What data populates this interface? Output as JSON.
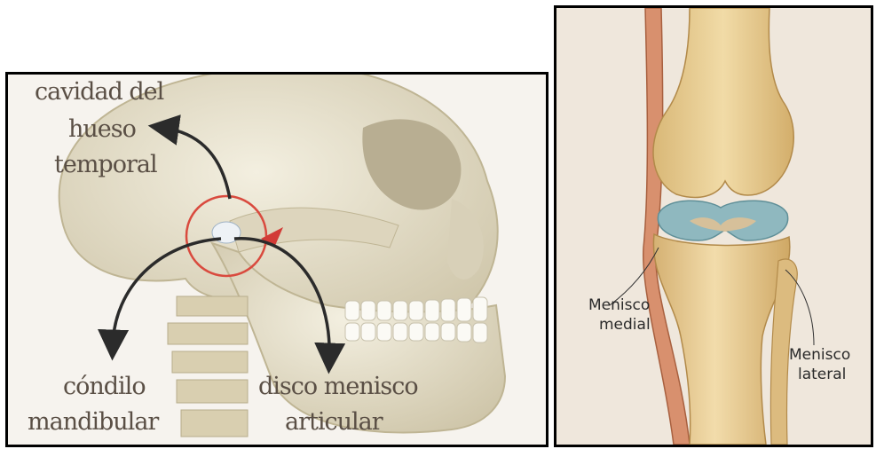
{
  "left_panel": {
    "labels": {
      "cavity_line1": "cavidad del",
      "cavity_line2": "hueso",
      "cavity_line3": "temporal",
      "condyle_line1": "cóndilo",
      "condyle_line2": "mandibular",
      "disc_line1": "disco menisco",
      "disc_line2": "articular"
    },
    "colors": {
      "bone": "#e8e2cf",
      "shadow": "#c9c0a6",
      "arrow": "#2b2b2b",
      "circle": "#d94a3e"
    }
  },
  "right_panel": {
    "labels": {
      "medial_line1": "Menisco",
      "medial_line2": "medial",
      "lateral_line1": "Menisco",
      "lateral_line2": "lateral"
    },
    "colors": {
      "bone": "#e9cf97",
      "bone_dark": "#c9a96b",
      "meniscus": "#8fb8bf",
      "fibula": "#d8906e"
    }
  }
}
